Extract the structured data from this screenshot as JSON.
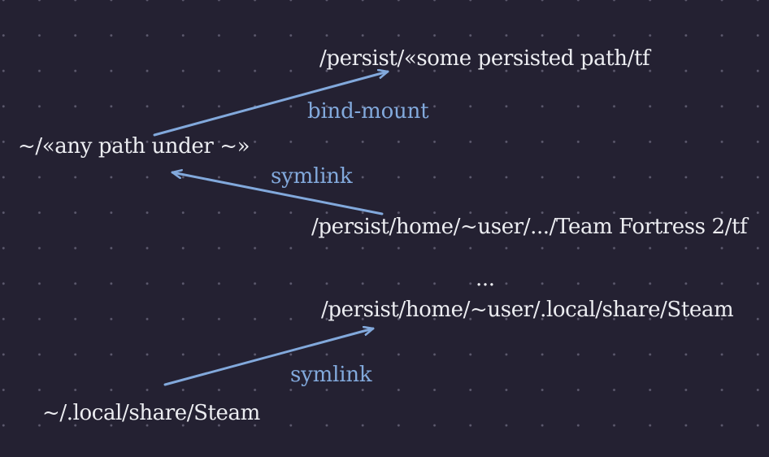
{
  "colors": {
    "background": "#242132",
    "dot": "#5d5a6e",
    "text": "#ecedf1",
    "accent": "#82a9dc"
  },
  "diagram": {
    "description": "Slide diagram showing how persisted paths map into the home directory via bind-mounts and symlinks",
    "nodes": [
      {
        "id": "persist-some-path",
        "label": "/persist/«some persisted path/tf"
      },
      {
        "id": "home-any-path",
        "label": "~/«any path under ~»"
      },
      {
        "id": "persist-team-fortress",
        "label": "/persist/home/~user/.../Team Fortress 2/tf"
      },
      {
        "id": "ellipsis",
        "label": "..."
      },
      {
        "id": "persist-steam",
        "label": "/persist/home/~user/.local/share/Steam"
      },
      {
        "id": "home-steam",
        "label": "~/.local/share/Steam"
      }
    ],
    "edges": [
      {
        "type": "bind-mount",
        "label": "bind-mount",
        "from": "home-any-path",
        "to": "persist-some-path"
      },
      {
        "type": "symlink",
        "label": "symlink",
        "from": "persist-team-fortress",
        "to": "home-any-path"
      },
      {
        "type": "symlink",
        "label": "symlink",
        "from": "home-steam",
        "to": "persist-steam"
      }
    ]
  }
}
